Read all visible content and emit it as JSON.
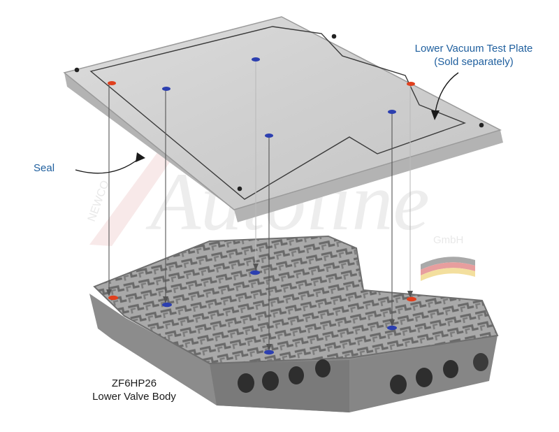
{
  "labels": {
    "plate_line1": "Lower Vacuum Test Plate",
    "plate_line2": "(Sold separately)",
    "seal": "Seal",
    "body_line1": "ZF6HP26",
    "body_line2": "Lower Valve Body"
  },
  "watermark": {
    "brand": "Autoline",
    "prefix": "NEWCO",
    "suffix": "GmbH"
  },
  "colors": {
    "label_blue": "#1f5f9e",
    "port_red": "#e0401e",
    "port_blue": "#2c3fb0",
    "plate_gray": "#c8c8c8",
    "body_gray": "#9a9a9a"
  }
}
